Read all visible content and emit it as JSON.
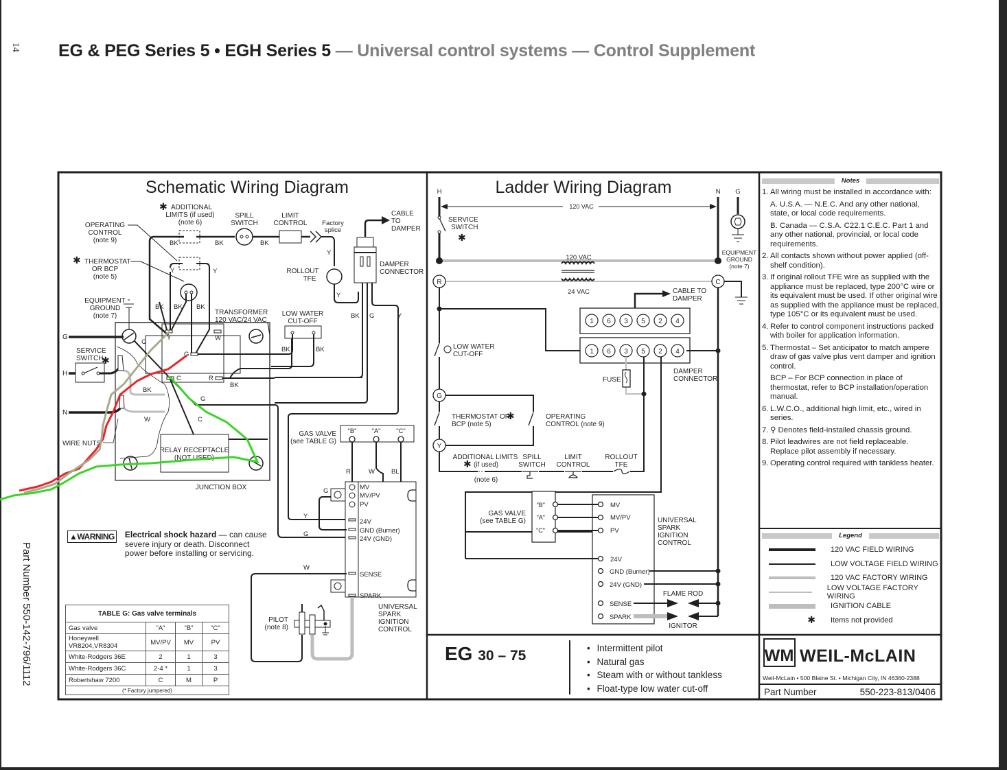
{
  "page": {
    "page_number": "14",
    "header_bold": "EG & PEG Series 5 • EGH Series 5",
    "header_gray": " — Universal control systems — Control Supplement",
    "side_part_number": "Part Number 550-142-796/1112"
  },
  "schematic": {
    "title": "Schematic Wiring Diagram",
    "labels": {
      "additional_limits": "ADDITIONAL",
      "additional_limits_2": "LIMITS (if used)",
      "additional_limits_note": "(note 6)",
      "spill_switch_1": "SPILL",
      "spill_switch_2": "SWITCH",
      "limit_control_1": "LIMIT",
      "limit_control_2": "CONTROL",
      "factory_splice_1": "Factory",
      "factory_splice_2": "splice",
      "cable_to_damper_1": "CABLE",
      "cable_to_damper_2": "TO",
      "cable_to_damper_3": "DAMPER",
      "operating_control_1": "OPERATING",
      "operating_control_2": "CONTROL",
      "operating_control_note": "(note 9)",
      "thermostat_1": "THERMOSTAT",
      "thermostat_2": "OR BCP",
      "thermostat_note": "(note 5)",
      "rollout_1": "ROLLOUT",
      "rollout_2": "TFE",
      "damper_connector_1": "DAMPER",
      "damper_connector_2": "CONNECTOR",
      "equipment_ground_1": "EQUIPMENT",
      "equipment_ground_2": "GROUND",
      "equipment_ground_note": "(note 7)",
      "transformer_1": "TRANSFORMER",
      "transformer_2": "120 VAC/24 VAC",
      "low_water_1": "LOW WATER",
      "low_water_2": "CUT-OFF",
      "service_switch_1": "SERVICE",
      "service_switch_2": "SWITCH",
      "wire_nuts": "WIRE NUTS",
      "relay_receptacle_1": "RELAY RECEPTACLE",
      "relay_receptacle_2": "(NOT USED)",
      "junction_box": "JUNCTION BOX",
      "gas_valve_1": "GAS VALVE",
      "gas_valve_2": "(see TABLE G)",
      "pilot_1": "PILOT",
      "pilot_2": "(note 8)",
      "usic_1": "UNIVERSAL",
      "usic_2": "SPARK",
      "usic_3": "IGNITION",
      "usic_4": "CONTROL"
    },
    "wire_codes": {
      "bk": "BK",
      "y": "Y",
      "g": "G",
      "w": "W",
      "r": "R",
      "bl": "BL",
      "c": "C",
      "h": "H",
      "n": "N"
    },
    "valve_terminals": [
      "\"B\"",
      "\"A\"",
      "\"C\""
    ],
    "control_terminals": [
      "MV",
      "MV/PV",
      "PV",
      "24V",
      "GND (Burner)",
      "24V (GND)",
      "SENSE",
      "SPARK"
    ]
  },
  "warning": {
    "badge": "▲WARNING",
    "bold": "Electrical shock hazard",
    "text_1": " — can cause",
    "text_2": "severe injury or death. Disconnect",
    "text_3": "power before installing or servicing."
  },
  "table_g": {
    "title": "TABLE G: Gas valve terminals",
    "headers": [
      "Gas valve",
      "\"A\"",
      "\"B\"",
      "\"C\""
    ],
    "rows": [
      [
        "Honeywell VR8204,VR8304",
        "MV/PV",
        "MV",
        "PV"
      ],
      [
        "White-Rodgers 36E",
        "2",
        "1",
        "3"
      ],
      [
        "White-Rodgers 36C",
        "2-4 *",
        "1",
        "3"
      ],
      [
        "Robertshaw 7200",
        "C",
        "M",
        "P"
      ]
    ],
    "footnote": "(* Factory jumpered)"
  },
  "ladder": {
    "title": "Ladder Wiring Diagram",
    "h": "H",
    "n": "N",
    "g": "G",
    "vac120": "120 VAC",
    "vac120_coil": "120 VAC",
    "vac24": "24 VAC",
    "service_switch_1": "SERVICE",
    "service_switch_2": "SWITCH",
    "equipment_ground_1": "EQUIPMENT",
    "equipment_ground_2": "GROUND",
    "equipment_ground_note": "(note 7)",
    "r": "R",
    "c": "C",
    "gnode": "G",
    "ynode": "Y",
    "cable_to_damper_1": "CABLE TO",
    "cable_to_damper_2": "DAMPER",
    "connector_pins": [
      "1",
      "6",
      "3",
      "5",
      "2",
      "4"
    ],
    "low_water_1": "LOW WATER",
    "low_water_2": "CUT-OFF",
    "fuse": "FUSE",
    "damper_connector_1": "DAMPER",
    "damper_connector_2": "CONNECTOR",
    "thermostat_1": "THERMOSTAT OR",
    "thermostat_2": "BCP (note 5)",
    "operating_1": "OPERATING",
    "operating_2": "CONTROL (note 9)",
    "additional_limits": "ADDITIONAL LIMITS",
    "if_used": "(if used)",
    "note6": "(note 6)",
    "spill_1": "SPILL",
    "spill_2": "SWITCH",
    "limit_1": "LIMIT",
    "limit_2": "CONTROL",
    "rollout_1": "ROLLOUT",
    "rollout_2": "TFE",
    "gas_valve_1": "GAS VALVE",
    "gas_valve_2": "(see TABLE G)",
    "valve_terms": [
      "\"B\"",
      "\"A\"",
      "\"C\""
    ],
    "usic_terms": [
      "MV",
      "MV/PV",
      "PV",
      "24V",
      "GND (Burner)",
      "24V (GND)",
      "SENSE",
      "SPARK"
    ],
    "usic_1": "UNIVERSAL",
    "usic_2": "SPARK",
    "usic_3": "IGNITION",
    "usic_4": "CONTROL",
    "flame_rod": "FLAME ROD",
    "ignitor": "IGNITOR"
  },
  "notes": {
    "heading": "Notes",
    "items": [
      {
        "n": "1.",
        "t": "All wiring must be installed in accordance with:"
      },
      {
        "n": "",
        "t": "A. U.S.A. — N.E.C. And any other national, state, or local code requirements."
      },
      {
        "n": "",
        "t": "B. Canada — C.S.A. C22.1 C.E.C. Part 1 and any other national, provincial, or local code requirements."
      },
      {
        "n": "2.",
        "t": "All contacts shown without power applied (off-shelf condition)."
      },
      {
        "n": "3.",
        "t": "If original rollout TFE wire as supplied with the appliance must be replaced, type 200°C wire or its equivalent must be used. If other original wire as supplied with the appliance must be replaced, type 105°C or its equivalent must be used."
      },
      {
        "n": "4.",
        "t": "Refer to control component instructions packed with boiler for application information."
      },
      {
        "n": "5.",
        "t": "Thermostat – Set anticipator to match ampere draw of gas valve plus vent damper and ignition control."
      },
      {
        "n": "",
        "t": "BCP – For BCP connection in place of thermostat, refer to BCP installation/operation manual."
      },
      {
        "n": "6.",
        "t": "L.W.C.O., additional high limit, etc., wired in series."
      },
      {
        "n": "7.",
        "t": "⚲ Denotes field-installed chassis ground."
      },
      {
        "n": "8.",
        "t": "Pilot leadwires are not field replaceable. Replace pilot assembly if necessary."
      },
      {
        "n": "9.",
        "t": "Operating control required with tankless heater."
      }
    ]
  },
  "legend": {
    "heading": "Legend",
    "items": [
      {
        "label": "120 VAC FIELD WIRING",
        "color": "#231f20"
      },
      {
        "label": "LOW VOLTAGE FIELD WIRING",
        "color": "#231f20"
      },
      {
        "label": "120 VAC FACTORY WIRING",
        "color": "#bdbdbd"
      },
      {
        "label": "LOW VOLTAGE FACTORY WIRING",
        "color": "#bdbdbd"
      },
      {
        "label": "IGNITION CABLE",
        "color": "#bdbdbd"
      }
    ],
    "not_provided": "Items not provided"
  },
  "model": {
    "name": "EG",
    "range": "30 – 75",
    "features": [
      "Intermittent pilot",
      "Natural gas",
      "Steam with or without tankless",
      "Float-type low water cut-off"
    ]
  },
  "brand": {
    "logo_mark": "WM",
    "name": "WEIL-McLAIN",
    "address": "Weil-McLain • 500 Blaine St. • Michigan City, IN 46360-2388",
    "part_label": "Part Number",
    "part_value": "550-223-813/0406"
  },
  "annotation_colors": {
    "red": "#e8262a",
    "green": "#3bd428",
    "tan": "#a9a98f"
  }
}
